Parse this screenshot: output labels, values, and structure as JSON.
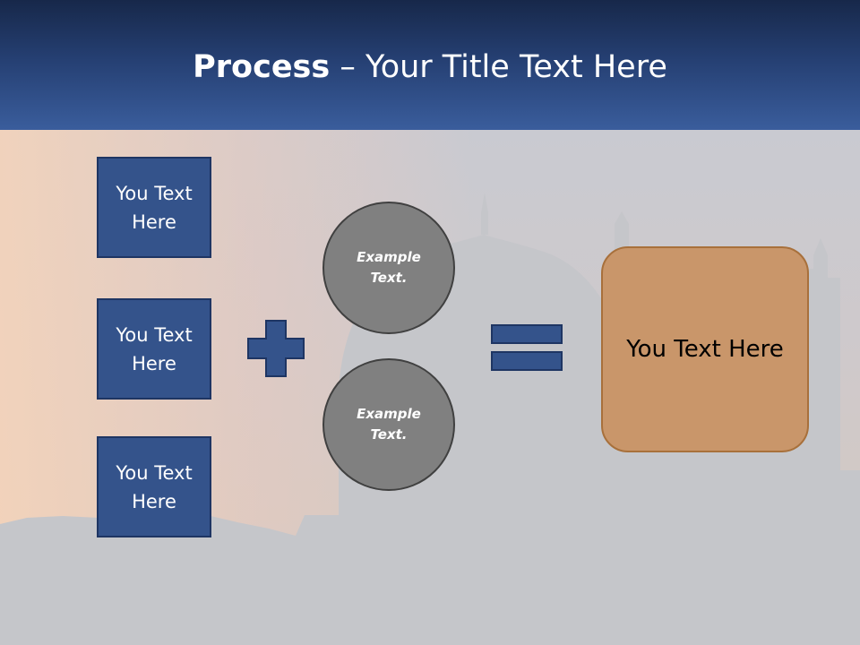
{
  "slide": {
    "title_bold": "Process",
    "title_rest": " – Your Title Text Here"
  },
  "left_boxes": [
    {
      "label": "You Text Here"
    },
    {
      "label": "You Text Here"
    },
    {
      "label": "You Text Here"
    }
  ],
  "operator_plus": "plus-icon",
  "circles": [
    {
      "label": "Example Text."
    },
    {
      "label": "Example Text."
    }
  ],
  "operator_equals": "equals-icon",
  "result": {
    "label": "You Text Here"
  },
  "colors": {
    "header_top": "#17284a",
    "header_bottom": "#3a5d9c",
    "box_fill": "#34538b",
    "circle_fill": "#808080",
    "result_fill": "#c9966a"
  }
}
